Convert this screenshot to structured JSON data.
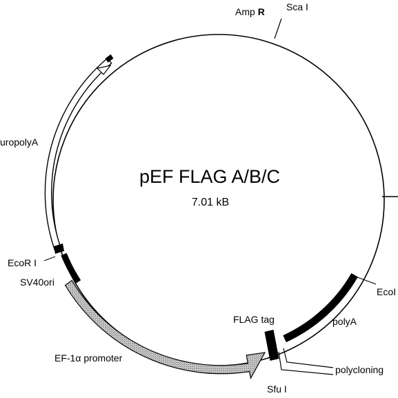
{
  "plasmid": {
    "name": "pEF FLAG A/B/C",
    "size": "7.01 kB"
  },
  "labels": {
    "amp_r": "Amp",
    "amp_r_suffix": "R",
    "sca_i": "Sca I",
    "europolya": "uropolyA",
    "ecor_i_left": "EcoR I",
    "sv40ori": "SV40ori",
    "ef1a_promoter": "EF-1α promoter",
    "flag_tag": "FLAG tag",
    "polya": "polyA",
    "ecor_i_right": "EcoI",
    "polycloning": "polycloning",
    "sfu_i": "Sfu I"
  },
  "colors": {
    "line": "#000000",
    "promoter_fill": "#b5b5b5",
    "background": "#ffffff"
  }
}
